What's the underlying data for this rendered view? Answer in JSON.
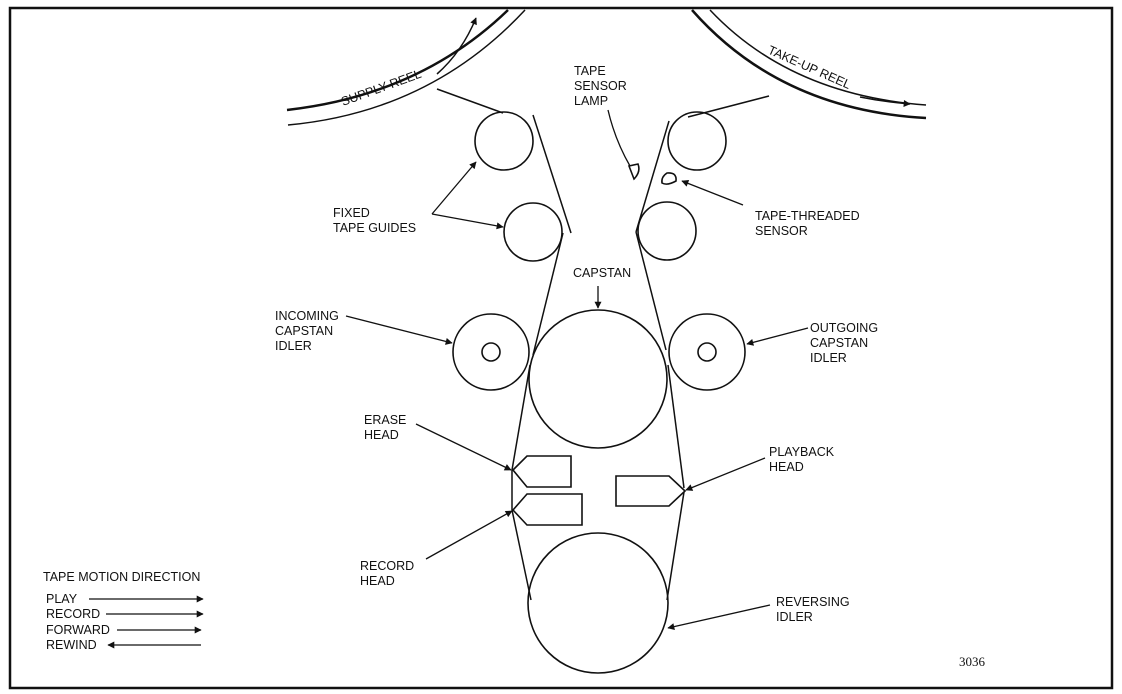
{
  "labels": {
    "supply_reel": "SUPPLY REEL",
    "take_up_reel": "TAKE-UP REEL",
    "tape_sensor_lamp": [
      "TAPE",
      "SENSOR",
      "LAMP"
    ],
    "fixed_tape_guides": [
      "FIXED",
      "TAPE GUIDES"
    ],
    "tape_threaded_sensor": [
      "TAPE-THREADED",
      "SENSOR"
    ],
    "capstan": "CAPSTAN",
    "incoming_capstan_idler": [
      "INCOMING",
      "CAPSTAN",
      "IDLER"
    ],
    "outgoing_capstan_idler": [
      "OUTGOING",
      "CAPSTAN",
      "IDLER"
    ],
    "erase_head": [
      "ERASE",
      "HEAD"
    ],
    "playback_head": [
      "PLAYBACK",
      "HEAD"
    ],
    "record_head": [
      "RECORD",
      "HEAD"
    ],
    "reversing_idler": [
      "REVERSING",
      "IDLER"
    ]
  },
  "legend": {
    "title": "TAPE MOTION DIRECTION",
    "items": [
      {
        "label": "PLAY",
        "direction": "right"
      },
      {
        "label": "RECORD",
        "direction": "right"
      },
      {
        "label": "FORWARD",
        "direction": "right"
      },
      {
        "label": "REWIND",
        "direction": "left"
      }
    ]
  },
  "figure_number": "3036",
  "colors": {
    "line": "#111111",
    "background": "#ffffff"
  }
}
